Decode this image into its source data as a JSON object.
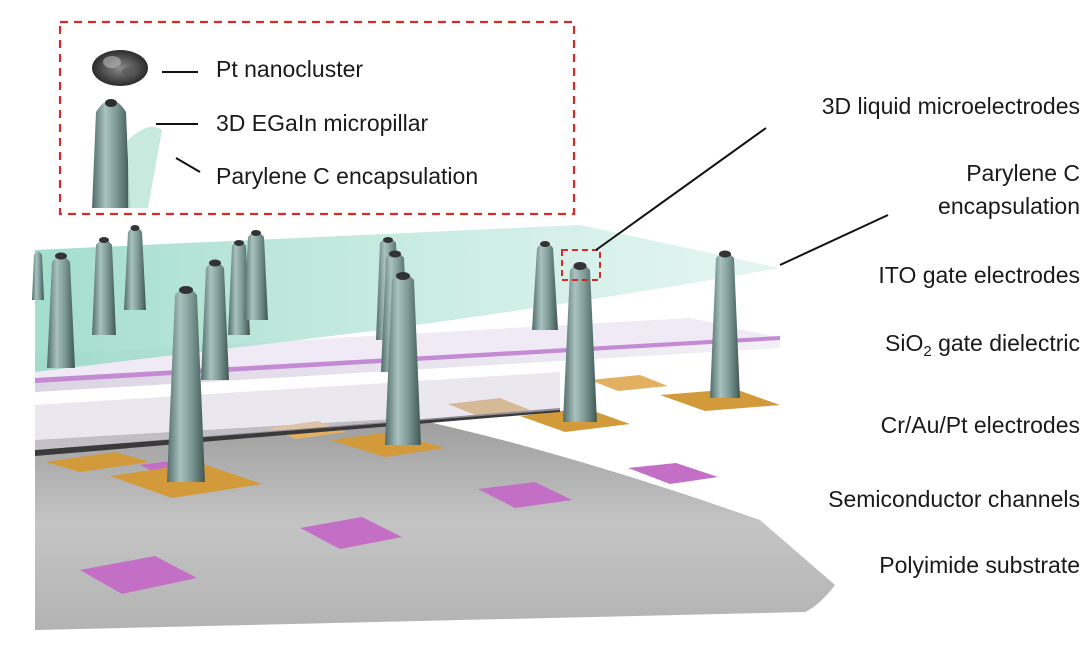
{
  "inset": {
    "labels": [
      "Pt nanocluster",
      "3D EGaIn micropillar",
      "Parylene C encapsulation"
    ]
  },
  "layers": {
    "liquid_microelectrodes": "3D liquid microelectrodes",
    "parylene_line1": "Parylene C",
    "parylene_line2": "encapsulation",
    "ito": "ITO gate electrodes",
    "sio2_pre": "SiO",
    "sio2_sub": "2",
    "sio2_post": " gate dielectric",
    "crau": "Cr/Au/Pt electrodes",
    "semiconductor": "Semiconductor channels",
    "polyimide": "Polyimide substrate"
  },
  "colors": {
    "inset_border": "#d42b2b",
    "substrate": "#bdbdbd",
    "semiconductor": "#c873c8",
    "electrode": "#d9a246",
    "parylene": "#aee0d2",
    "sio2_edge": "#c48ad4",
    "pillar": "#7d9a97"
  }
}
